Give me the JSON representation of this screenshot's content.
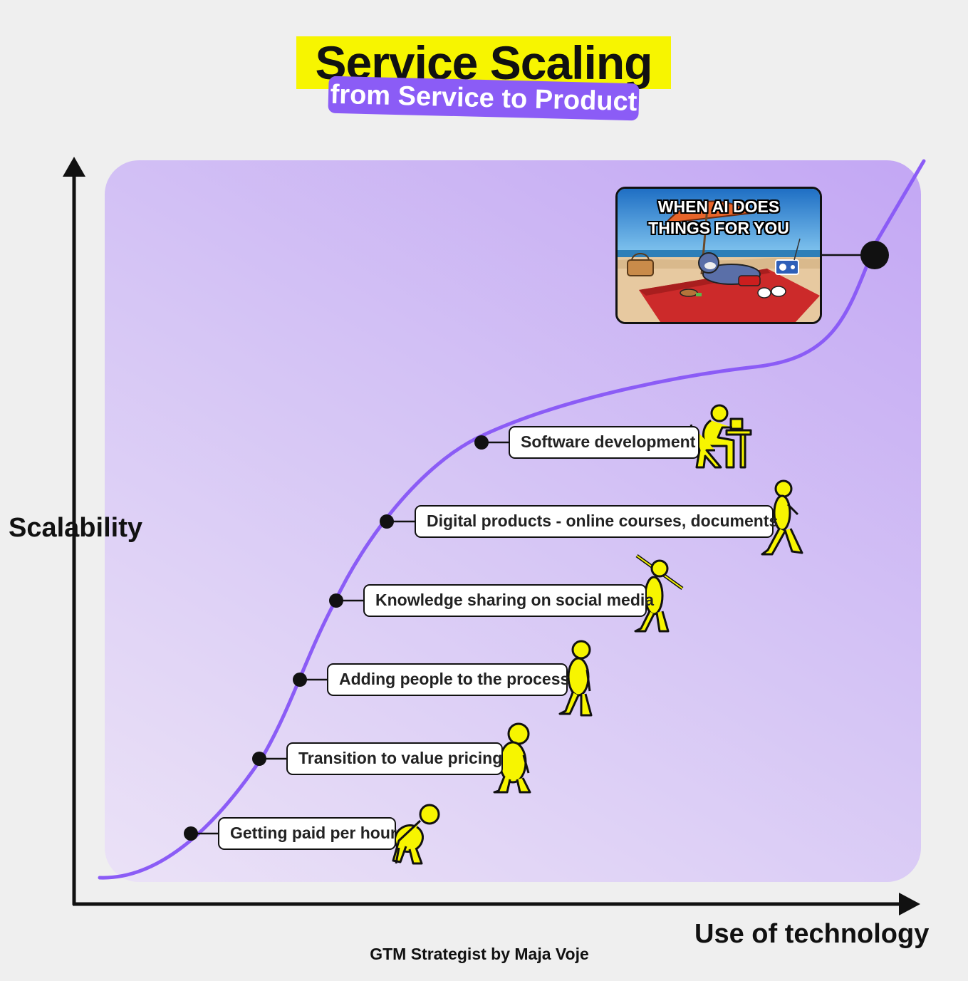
{
  "title": "Service Scaling",
  "subtitle": "from Service to Product",
  "y_axis_label": "Scalability",
  "x_axis_label": "Use of technology",
  "credit": "GTM Strategist by Maja Voje",
  "colors": {
    "background": "#efefef",
    "title_highlight": "#f7f500",
    "subtitle_badge": "#8b5cf6",
    "curve": "#8b5cf6",
    "figures": "#f7f500"
  },
  "steps": [
    {
      "label": "Getting paid per hour",
      "figure": "ape-figure-icon"
    },
    {
      "label": "Transition to value pricing",
      "figure": "early-hominid-figure-icon"
    },
    {
      "label": "Adding people to the process",
      "figure": "hominid-figure-icon"
    },
    {
      "label": "Knowledge sharing on social media",
      "figure": "spear-hunter-figure-icon"
    },
    {
      "label": "Digital products - online courses, documents",
      "figure": "walking-human-figure-icon"
    },
    {
      "label": "Software development",
      "figure": "human-at-desk-figure-icon"
    }
  ],
  "meme": {
    "caption_line1": "WHEN AI DOES",
    "caption_line2": "THINGS FOR YOU",
    "scene": "cartoon-cat-relaxing-on-beach-icon"
  }
}
